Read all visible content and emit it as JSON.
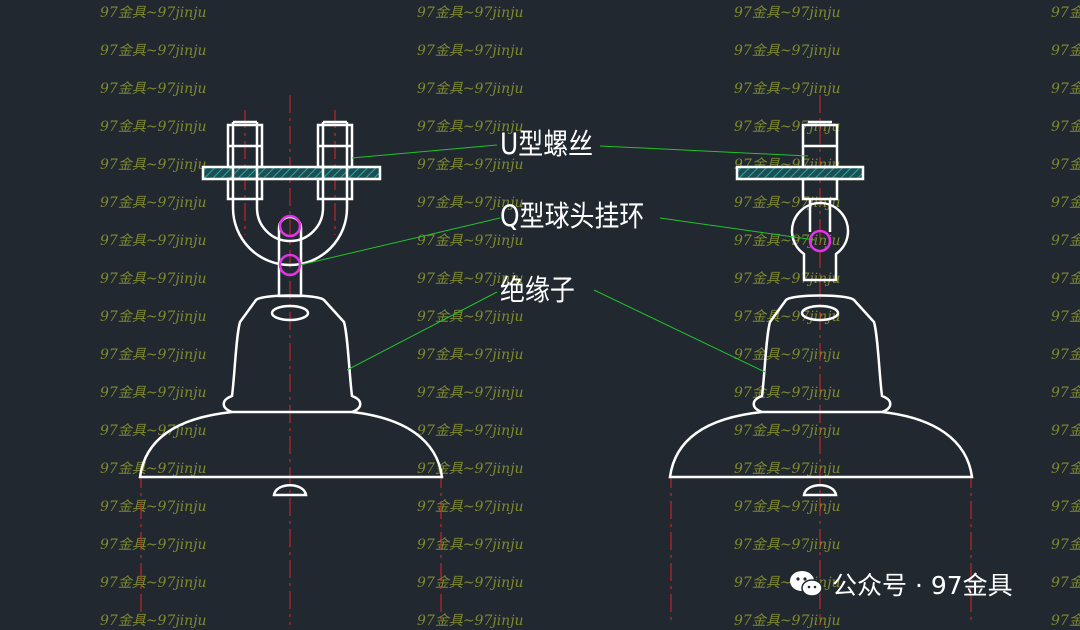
{
  "labels": {
    "u_bolt": "U型螺丝",
    "ball_ring": "Q型球头挂环",
    "insulator": "绝缘子"
  },
  "watermark": {
    "text": "97金具~97jinju"
  },
  "credit": {
    "icon": "wechat-icon",
    "text": "公众号 · 97金具"
  },
  "colors": {
    "background": "#212830",
    "outline": "#ffffff",
    "centerline": "#e0242a",
    "leader": "#22c22c",
    "ring_highlight": "#e233e6",
    "hatch": "#2ba89f",
    "watermark": "#7f8a2f"
  }
}
